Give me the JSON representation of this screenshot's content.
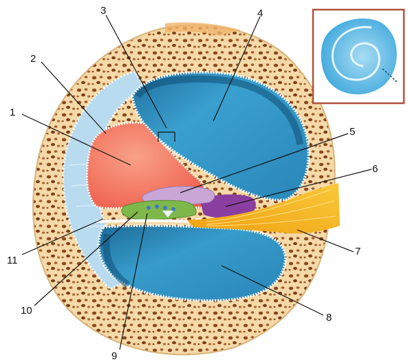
{
  "figure": {
    "labels": [
      "1",
      "2",
      "3",
      "4",
      "5",
      "6",
      "7",
      "8",
      "9",
      "10",
      "11"
    ]
  },
  "colors": {
    "bone_light": "#f5d9a8",
    "bone_pore": "#8a4a1e",
    "scala_blue": "#2f8fbf",
    "scala_dark": "#0f4f75",
    "spiral_ligament": "#b9dbf0",
    "endolymph_red": "#f26b57",
    "tectorial_lilac": "#c9a6d6",
    "organ_green": "#7fb84a",
    "purple_stria": "#8a3fa0",
    "nerve_yellow": "#f5b51a",
    "inset_frame": "#b0503a"
  },
  "inset": {
    "icon": "cochlea-spiral-icon"
  }
}
